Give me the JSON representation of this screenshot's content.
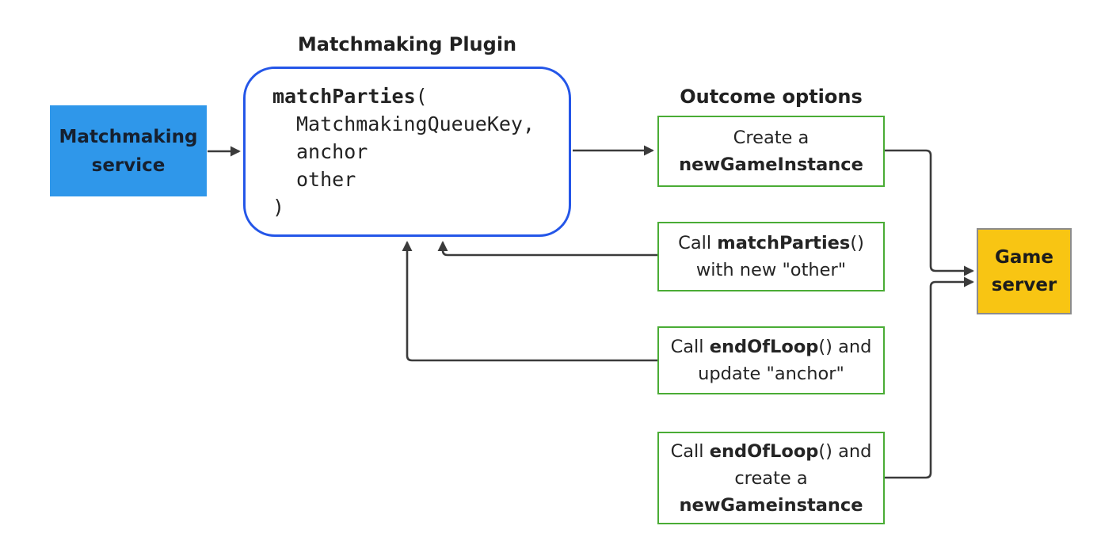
{
  "palette": {
    "service_fill": "#2F97EA",
    "service_text": "#16202F",
    "plugin_border": "#2456E8",
    "outcome_border": "#4AAC35",
    "server_fill": "#F8C513",
    "server_border": "#8C8C8C",
    "connector": "#3B3B3B",
    "text": "#212121",
    "background": "#FFFFFF",
    "code_text": "#232323"
  },
  "service": {
    "line1": "Matchmaking",
    "line2": "service"
  },
  "plugin": {
    "title": "Matchmaking Plugin",
    "code_fn": "matchParties",
    "code_open": "(",
    "code_args": [
      "MatchmakingQueueKey,",
      "anchor",
      "other"
    ],
    "code_close": ")"
  },
  "outcomes": {
    "header": "Outcome options",
    "create_instance": {
      "l1": "Create a",
      "l2_bold": "newGameInstance"
    },
    "call_matchparties": {
      "l1_pre": "Call ",
      "l1_bold": "matchParties",
      "l1_post": "()",
      "l2": "with new \"other\""
    },
    "call_endofloop_update": {
      "l1_pre": "Call ",
      "l1_bold": "endOfLoop",
      "l1_post": "() and",
      "l2": "update \"anchor\""
    },
    "call_endofloop_create": {
      "l1_pre": "Call ",
      "l1_bold": "endOfLoop",
      "l1_post": "() and",
      "l2": "create a",
      "l3_bold": "newGameinstance"
    }
  },
  "server": {
    "line1": "Game",
    "line2": "server"
  }
}
